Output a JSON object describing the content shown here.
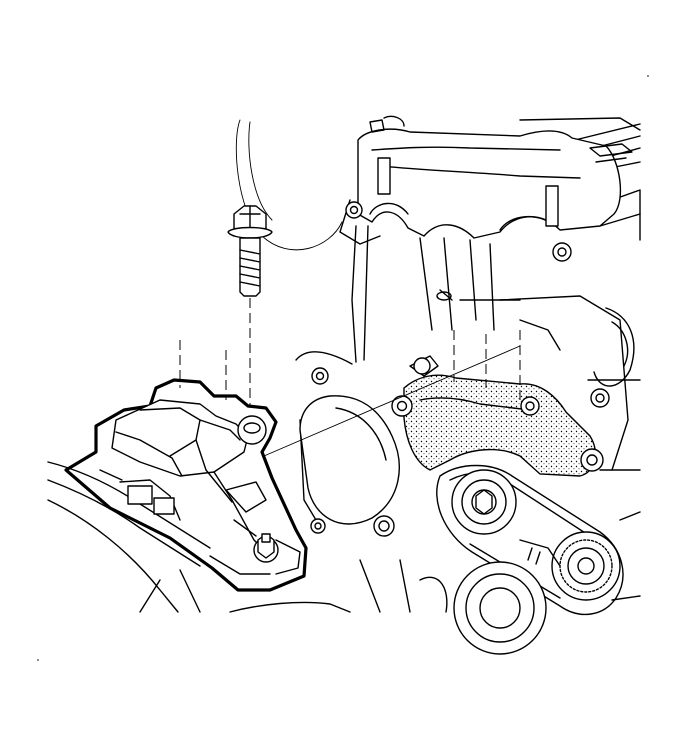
{
  "figure": {
    "background": "#ffffff",
    "line_color": "#000000",
    "shaded_part_color": "#d9d9d9",
    "parts": [
      "engine-block",
      "exhaust-manifold",
      "engine-mount-bracket",
      "engine-mount",
      "mount-bolt",
      "accessory-belt",
      "idler-pulley",
      "tensioner-pulley"
    ]
  }
}
